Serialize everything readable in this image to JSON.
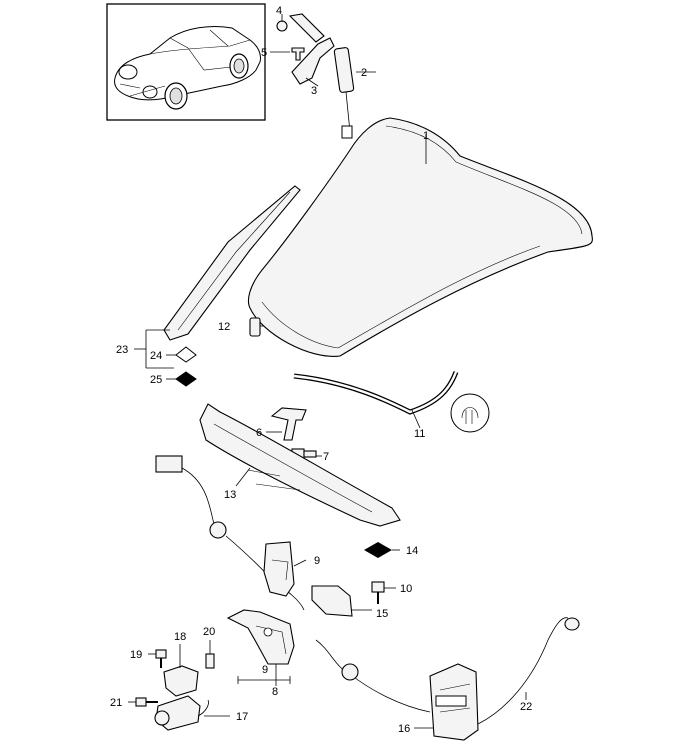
{
  "diagram": {
    "callouts": [
      "1",
      "2",
      "3",
      "4",
      "5",
      "6",
      "7",
      "8",
      "9",
      "9",
      "10",
      "11",
      "12",
      "13",
      "14",
      "15",
      "16",
      "17",
      "18",
      "19",
      "20",
      "21",
      "22",
      "23",
      "24",
      "25"
    ]
  }
}
